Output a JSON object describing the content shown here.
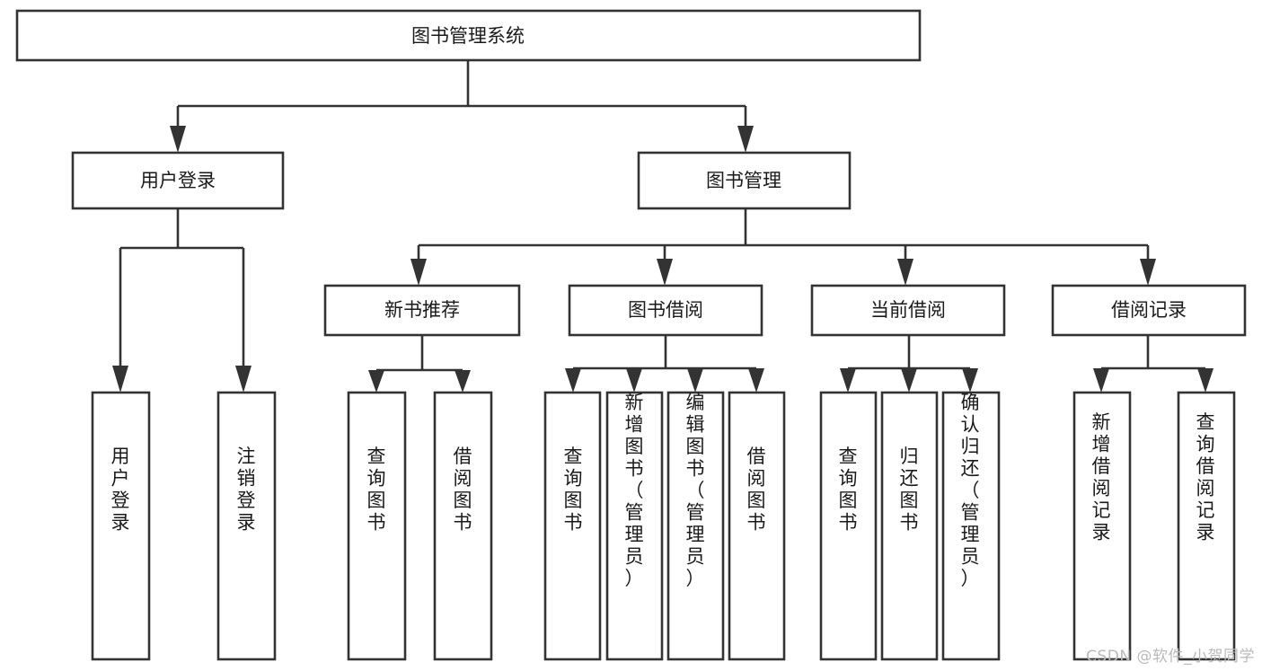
{
  "diagram": {
    "title": "图书管理系统",
    "watermark": "CSDN @软件_小贺同学",
    "levels": {
      "root": {
        "label": "图书管理系统"
      },
      "level1": [
        {
          "id": "user-login",
          "label": "用户登录"
        },
        {
          "id": "book-management",
          "label": "图书管理"
        }
      ],
      "level2": [
        {
          "id": "new-book-recommend",
          "label": "新书推荐",
          "parent": "book-management"
        },
        {
          "id": "book-borrow",
          "label": "图书借阅",
          "parent": "book-management"
        },
        {
          "id": "current-borrow",
          "label": "当前借阅",
          "parent": "book-management"
        },
        {
          "id": "borrow-record",
          "label": "借阅记录",
          "parent": "book-management"
        }
      ],
      "leaves": [
        {
          "id": "leaf-user-login",
          "label": "用户登录",
          "parent": "user-login"
        },
        {
          "id": "leaf-logout-login",
          "label": "注销登录",
          "parent": "user-login"
        },
        {
          "id": "leaf-query-book-1",
          "label": "查询图书",
          "parent": "new-book-recommend"
        },
        {
          "id": "leaf-borrow-book-1",
          "label": "借阅图书",
          "parent": "new-book-recommend"
        },
        {
          "id": "leaf-query-book-2",
          "label": "查询图书",
          "parent": "book-borrow"
        },
        {
          "id": "leaf-add-book",
          "label": "新增图书（管理员）",
          "parent": "book-borrow"
        },
        {
          "id": "leaf-edit-book",
          "label": "编辑图书（管理员）",
          "parent": "book-borrow"
        },
        {
          "id": "leaf-borrow-book-2",
          "label": "借阅图书",
          "parent": "book-borrow"
        },
        {
          "id": "leaf-query-book-3",
          "label": "查询图书",
          "parent": "current-borrow"
        },
        {
          "id": "leaf-return-book",
          "label": "归还图书",
          "parent": "current-borrow"
        },
        {
          "id": "leaf-confirm-return",
          "label": "确认归还（管理员）",
          "parent": "current-borrow"
        },
        {
          "id": "leaf-add-record",
          "label": "新增借阅记录",
          "parent": "borrow-record"
        },
        {
          "id": "leaf-query-record",
          "label": "查询借阅记录",
          "parent": "borrow-record"
        }
      ]
    },
    "colors": {
      "stroke": "#333333",
      "fill": "#ffffff",
      "text": "#1a1a1a",
      "watermark": "#b9b9b9"
    }
  }
}
